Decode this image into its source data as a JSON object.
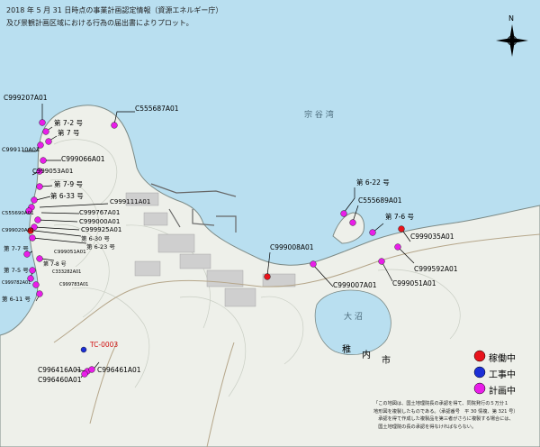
{
  "header": {
    "line1": "2018 年 5 月 31 日時点の事業計画認定情報（資源エネルギー庁）",
    "line2": "及び景観計画区域における行為の届出書によりプロット。"
  },
  "compass": {
    "north_label": "N"
  },
  "place_labels": {
    "bay": "宗 谷 湾",
    "lake": "大 沼",
    "city_1": "稚",
    "city_2": "内",
    "city_3": "市"
  },
  "legend": {
    "items": [
      {
        "label": "稼働中",
        "color": "#e8141c"
      },
      {
        "label": "工事中",
        "color": "#1c2fd6"
      },
      {
        "label": "計画中",
        "color": "#e81ee8"
      }
    ]
  },
  "callouts": [
    {
      "label": "C999207A01",
      "status": "計画中"
    },
    {
      "label": "C555687A01",
      "status": "計画中"
    },
    {
      "label": "第 7-2 号",
      "status": "計画中"
    },
    {
      "label": "第 7 号",
      "status": "計画中"
    },
    {
      "label": "C999110A01",
      "status": "計画中"
    },
    {
      "label": "C999066A01",
      "status": "計画中"
    },
    {
      "label": "C999053A01",
      "status": "計画中"
    },
    {
      "label": "第 7-9 号",
      "status": "計画中"
    },
    {
      "label": "第 6-33 号",
      "status": "計画中"
    },
    {
      "label": "C999111A01",
      "status": "計画中"
    },
    {
      "label": "C555690A01",
      "status": "計画中"
    },
    {
      "label": "C999767A01",
      "status": "計画中"
    },
    {
      "label": "C999000A01",
      "status": "計画中"
    },
    {
      "label": "C999925A01",
      "status": "計画中"
    },
    {
      "label": "C999020A01",
      "status": "稼働中"
    },
    {
      "label": "第 6-30 号",
      "status": "計画中"
    },
    {
      "label": "第 6-23 号",
      "status": "計画中"
    },
    {
      "label": "第 7-7 号",
      "status": "計画中"
    },
    {
      "label": "C999051A01",
      "status": "計画中"
    },
    {
      "label": "第 7-8 号",
      "status": "計画中"
    },
    {
      "label": "第 7-5 号",
      "status": "計画中"
    },
    {
      "label": "C333282A01",
      "status": "計画中"
    },
    {
      "label": "C999782A01",
      "status": "計画中"
    },
    {
      "label": "C999783A01",
      "status": "計画中"
    },
    {
      "label": "第 6-11 号",
      "status": "計画中"
    },
    {
      "label": "第 6-22 号",
      "status": "計画中"
    },
    {
      "label": "C555689A01",
      "status": "計画中"
    },
    {
      "label": "第 7-6 号",
      "status": "計画中"
    },
    {
      "label": "C999035A01",
      "status": "稼働中"
    },
    {
      "label": "C999008A01",
      "status": "稼働中"
    },
    {
      "label": "C999592A01",
      "status": "計画中"
    },
    {
      "label": "C999007A01",
      "status": "計画中"
    },
    {
      "label": "C999051A01",
      "status": "計画中"
    },
    {
      "label": "TC-0003",
      "status": "工事中"
    },
    {
      "label": "C996416A01",
      "status": "計画中"
    },
    {
      "label": "C996461A01",
      "status": "計画中"
    },
    {
      "label": "C996460A01",
      "status": "計画中"
    }
  ],
  "notice": {
    "line1": "「この地図は、国土地理院長の承認を得て、同院発行の５万分１",
    "line2": "地形図を複製したものである。（承認番号　平 30 情複、第 321 号）",
    "line3": "　承認を得て作成した複製品を第三者がさらに複製する場合には、",
    "line4": "　国土地理院の長の承認を得なければならない。"
  }
}
